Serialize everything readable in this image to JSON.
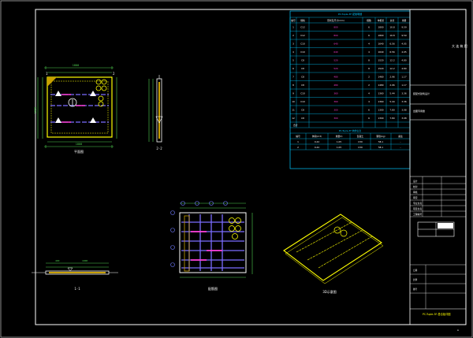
{
  "drawing": {
    "views": {
      "plan_label": "平面图",
      "section_a_label": "2-2",
      "section_b_label": "1-1",
      "rebar_label": "配筋图",
      "axon_label": "3D示意图",
      "section_mark_1": "1",
      "section_mark_2": "2"
    },
    "table1": {
      "title": "PC-Tuple-3F-配筋明细",
      "header": [
        "编号",
        "规格",
        "形状及尺寸(mm)",
        "根数",
        "单根长",
        "总长",
        "重量"
      ],
      "rows": [
        [
          "1",
          "C12",
          "800",
          "6",
          "1800",
          "10.8",
          "9.59"
        ],
        [
          "2",
          "C12",
          "800",
          "6",
          "1800",
          "10.8",
          "9.59"
        ],
        [
          "3",
          "C10",
          "640",
          "4",
          "1640",
          "6.56",
          "4.05"
        ],
        [
          "4",
          "C10",
          "640",
          "4",
          "1640",
          "6.56",
          "4.05"
        ],
        [
          "5",
          "C8",
          "520",
          "8",
          "1520",
          "12.2",
          "4.80"
        ],
        [
          "6",
          "C8",
          "520",
          "8",
          "1520",
          "12.2",
          "4.80"
        ],
        [
          "7",
          "C8",
          "480",
          "2",
          "1480",
          "2.96",
          "1.17"
        ],
        [
          "8",
          "C8",
          "480",
          "2",
          "1480",
          "2.96",
          "1.17"
        ],
        [
          "9",
          "C10",
          "360",
          "4",
          "1360",
          "5.44",
          "3.36"
        ],
        [
          "10",
          "C10",
          "360",
          "4",
          "1360",
          "5.44",
          "3.36"
        ],
        [
          "11",
          "C8",
          "300",
          "6",
          "1300",
          "7.80",
          "3.08"
        ],
        [
          "12",
          "C8",
          "300",
          "6",
          "1300",
          "7.80",
          "3.08"
        ]
      ],
      "total_label": "合计"
    },
    "table2": {
      "title": "PC-Tuple-3F-构件信息",
      "header": [
        "编号",
        "体积(m3)",
        "重量(t)",
        "混凝土",
        "钢筋(kg)",
        "备注"
      ],
      "rows": [
        [
          "1",
          "0.42",
          "1.05",
          "C30",
          "58.1",
          "-"
        ],
        [
          "2",
          "0.42",
          "1.05",
          "C30",
          "58.1",
          "-"
        ]
      ]
    },
    "title_block": {
      "company": "大\n连\n筑\n配",
      "project_label": "装配式建筑设计",
      "stamp_label": "出图专用章",
      "rows": [
        "设计",
        "校对",
        "审核",
        "审定",
        "专业负责",
        "项目负责",
        "工程编号"
      ],
      "date_label": "日期",
      "scale_label": "比例",
      "drawing_no_label": "图号",
      "sheet_name": "PC-Tuple-3F-叠合板详图",
      "version": "A"
    }
  }
}
